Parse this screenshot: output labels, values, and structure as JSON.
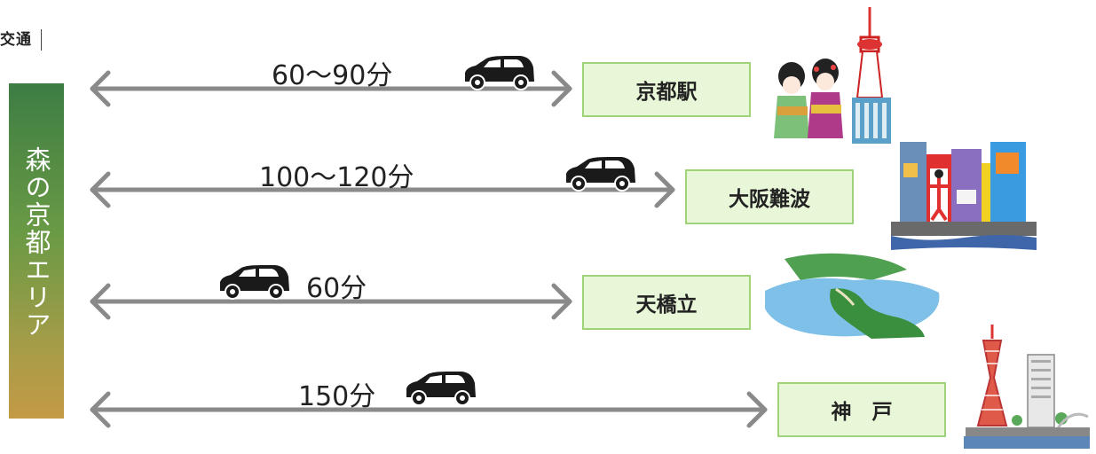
{
  "header": {
    "label": "交通"
  },
  "area": {
    "label": "森の京都エリア",
    "gradient": [
      "#3d7d44",
      "#c49a46"
    ]
  },
  "routes": [
    {
      "time": "60〜90分",
      "destination": "京都駅"
    },
    {
      "time": "100〜120分",
      "destination": "大阪難波"
    },
    {
      "time": "60分",
      "destination": "天橋立"
    },
    {
      "time": "150分",
      "destination": "神　戸"
    }
  ],
  "colors": {
    "arrow": "#8a8a8a",
    "dest_fill": "#e9f7d9",
    "dest_border": "#9fd37a",
    "car": "#1a1a1a"
  },
  "icons": [
    "car-icon",
    "kyoto-tower-maiko-illustration",
    "osaka-dotonbori-illustration",
    "amanohashidate-illustration",
    "kobe-port-tower-illustration"
  ]
}
